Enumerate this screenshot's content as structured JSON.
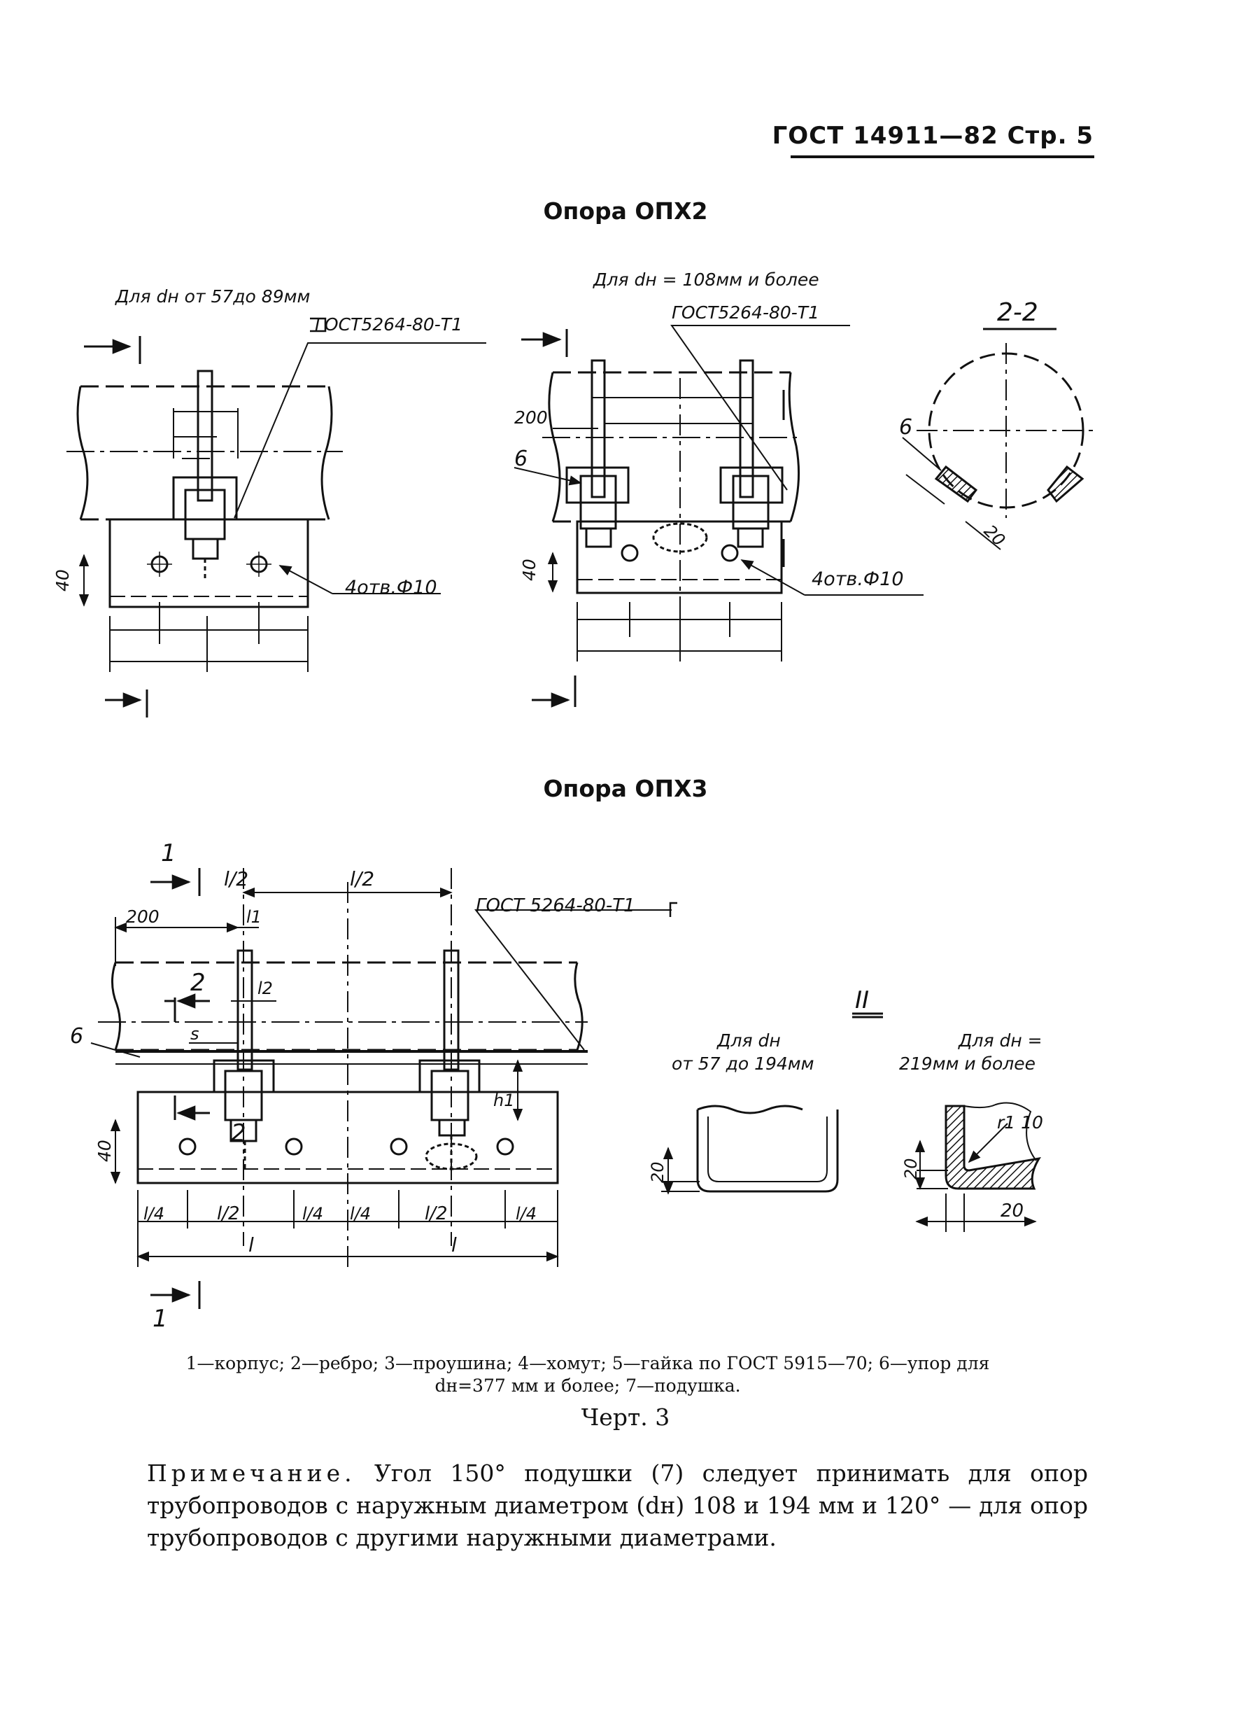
{
  "header": {
    "text": "ГОСТ 14911—82 Стр. 5"
  },
  "opx2": {
    "title": "Опора ОПХ2",
    "left": {
      "range": "Для dн от 57до 89мм",
      "gost": "ГОСТ5264-80-Т1",
      "holes": "4отв.Ф10"
    },
    "right": {
      "range": "Для dн = 108мм и более",
      "gost": "ГОСТ5264-80-Т1",
      "holes": "4отв.Ф10"
    },
    "section": "2-2",
    "dim_40": "40",
    "dim_200": "200",
    "dim_20": "20",
    "dim_6": "6"
  },
  "opx3": {
    "title": "Опора ОПХ3",
    "gost": "ГОСТ 5264-80-Т1",
    "view": "II",
    "detail_a": {
      "line1": "Для dн",
      "line2": "от 57 до 194мм",
      "dim": "20"
    },
    "detail_b": {
      "line1": "Для dн =",
      "line2": "219мм и более",
      "radius": "r1 10",
      "dim_v": "20",
      "dim_h": "20"
    },
    "dims": {
      "d200": "200",
      "d40": "40",
      "l": "l",
      "l2": "l/2",
      "l4": "l/4",
      "h1": "h1",
      "l1": "l1",
      "lb2": "l2",
      "s": "s"
    },
    "labels": {
      "one": "1",
      "two": "2",
      "six": "6"
    }
  },
  "caption": {
    "line1": "1—корпус; 2—ребро; 3—проушина; 4—хомут; 5—гайка по ГОСТ 5915—70; 6—упор для",
    "line2": "dн=377 мм и более; 7—подушка."
  },
  "figure_label": "Черт. 3",
  "note": {
    "lead": "Примечание.",
    "body": " Угол 150° подушки (7) следует принимать для опор трубопроводов с наружным диаметром (dн) 108 и 194 мм и 120° — для опор трубопроводов с другими наружными диаметрами."
  }
}
